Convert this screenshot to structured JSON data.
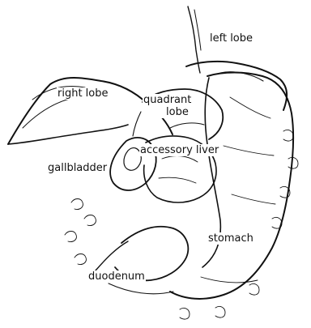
{
  "labels": {
    "left_lobe": "left lobe",
    "right_lobe": "right lobe",
    "quadrant_lobe_line1": "quadrant",
    "quadrant_lobe_line2": "lobe",
    "accessory_liver": "accessory liver",
    "gallbladder": "gallbladder",
    "stomach": "stomach",
    "duodenum": "duodenum"
  },
  "colors": {
    "ink": "#111111",
    "paper": "#ffffff"
  }
}
